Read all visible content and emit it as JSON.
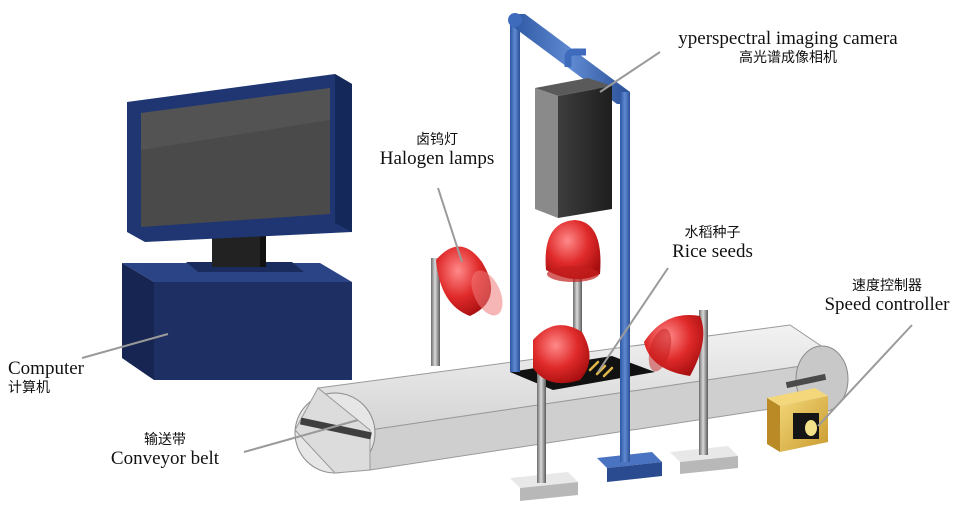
{
  "labels": {
    "camera": {
      "en": "yperspectral imaging camera",
      "cn": "高光谱成像相机"
    },
    "halogen": {
      "cn": "卤钨灯",
      "en": "Halogen lamps"
    },
    "rice": {
      "cn": "水稻种子",
      "en": "Rice seeds"
    },
    "speed": {
      "cn": "速度控制器",
      "en": "Speed controller"
    },
    "computer": {
      "en": "Computer",
      "cn": "计算机"
    },
    "conveyor": {
      "cn": "输送带",
      "en": "Conveyor belt"
    }
  },
  "colors": {
    "frame_blue": "#3a66b5",
    "monitor_navy": "#1f3672",
    "monitor_screen": "#4a4a4a",
    "pc_case": "#1e2f63",
    "camera_dark": "#2b2b2b",
    "lamp_red": "#e02a2a",
    "belt_grey": "#d8d8d8",
    "controller_gold": "#e8c15a"
  }
}
